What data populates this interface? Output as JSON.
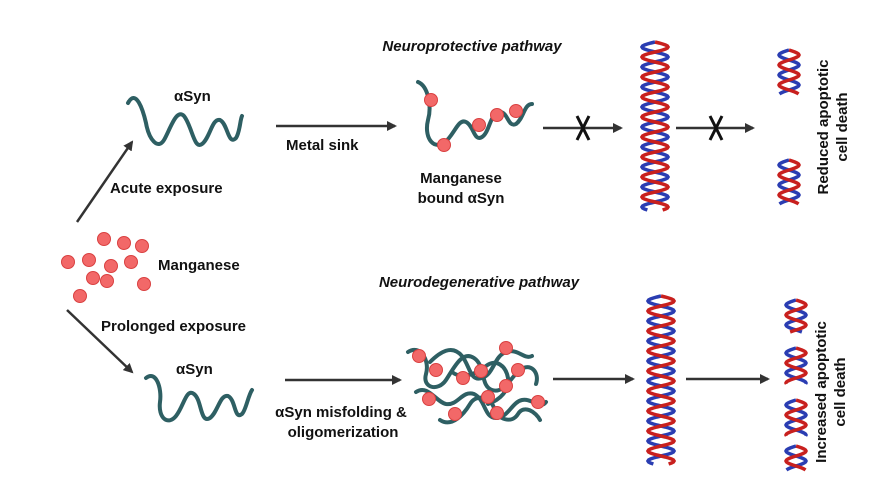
{
  "colors": {
    "protein": "#2e5f63",
    "manganese_fill": "#f26868",
    "manganese_edge": "#d94040",
    "dna_red": "#c8201e",
    "dna_blue": "#2a3db2",
    "arrow": "#333333",
    "block_mark": "#111111"
  },
  "labels": {
    "neuroprotective_title": "Neuroprotective pathway",
    "neurodegenerative_title": "Neurodegenerative pathway",
    "asyn_top": "αSyn",
    "asyn_bottom": "αSyn",
    "metal_sink": "Metal sink",
    "acute_exposure": "Acute exposure",
    "prolonged_exposure": "Prolonged exposure",
    "manganese": "Manganese",
    "mn_bound_line1": "Manganese",
    "mn_bound_line2": "bound αSyn",
    "misfolding_line1": "αSyn misfolding &",
    "misfolding_line2": "oligomerization",
    "reduced_line1": "Reduced apoptotic",
    "reduced_line2": "cell death",
    "increased_line1": "Increased apoptotic",
    "increased_line2": "cell death"
  },
  "icons": {
    "protein": "protein-chain-icon",
    "manganese_ion": "manganese-ion-icon",
    "dna": "dna-helix-icon",
    "block": "blocked-step-icon"
  }
}
